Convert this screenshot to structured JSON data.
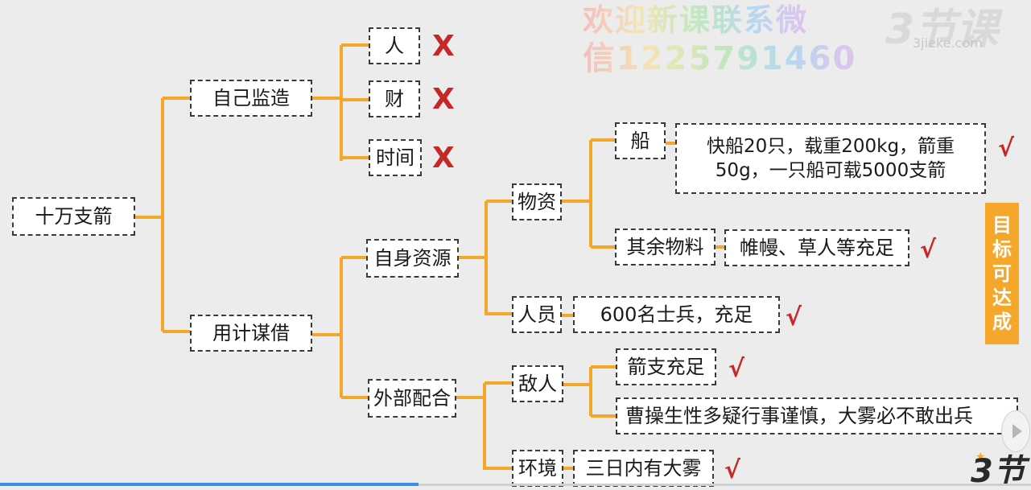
{
  "root": "十万支箭",
  "branches": {
    "self_build": "自己监造",
    "borrow": "用计谋借"
  },
  "self_build_items": [
    "人",
    "财",
    "时间"
  ],
  "borrow_items": {
    "own_resources": "自身资源",
    "external": "外部配合"
  },
  "own_resources": {
    "materials": "物资",
    "personnel": "人员"
  },
  "materials": {
    "boat": "船",
    "other": "其余物料"
  },
  "details": {
    "boat": "快船20只，载重200kg，箭重50g，一只船可载5000支箭",
    "other": "帷幔、草人等充足",
    "personnel": "600名士兵，充足",
    "enemy_arrows": "箭支充足",
    "enemy_trait": "曹操生性多疑行事谨慎，大雾必不敢出兵",
    "weather": "三日内有大雾"
  },
  "external": {
    "enemy": "敌人",
    "environment": "环境"
  },
  "marks": {
    "cross": "X",
    "check": "√"
  },
  "goal_text": [
    "目",
    "标",
    "可",
    "达",
    "成"
  ],
  "watermark": {
    "line1": "欢迎新课联系微",
    "line2": "信1225791460"
  },
  "logos": {
    "top_big": "3节课",
    "top_small": "3jieke.com",
    "bottom": "3节"
  },
  "colors": {
    "line": "#f4a72b",
    "mark": "#c62828",
    "goal_bg": "#f4a72b"
  }
}
